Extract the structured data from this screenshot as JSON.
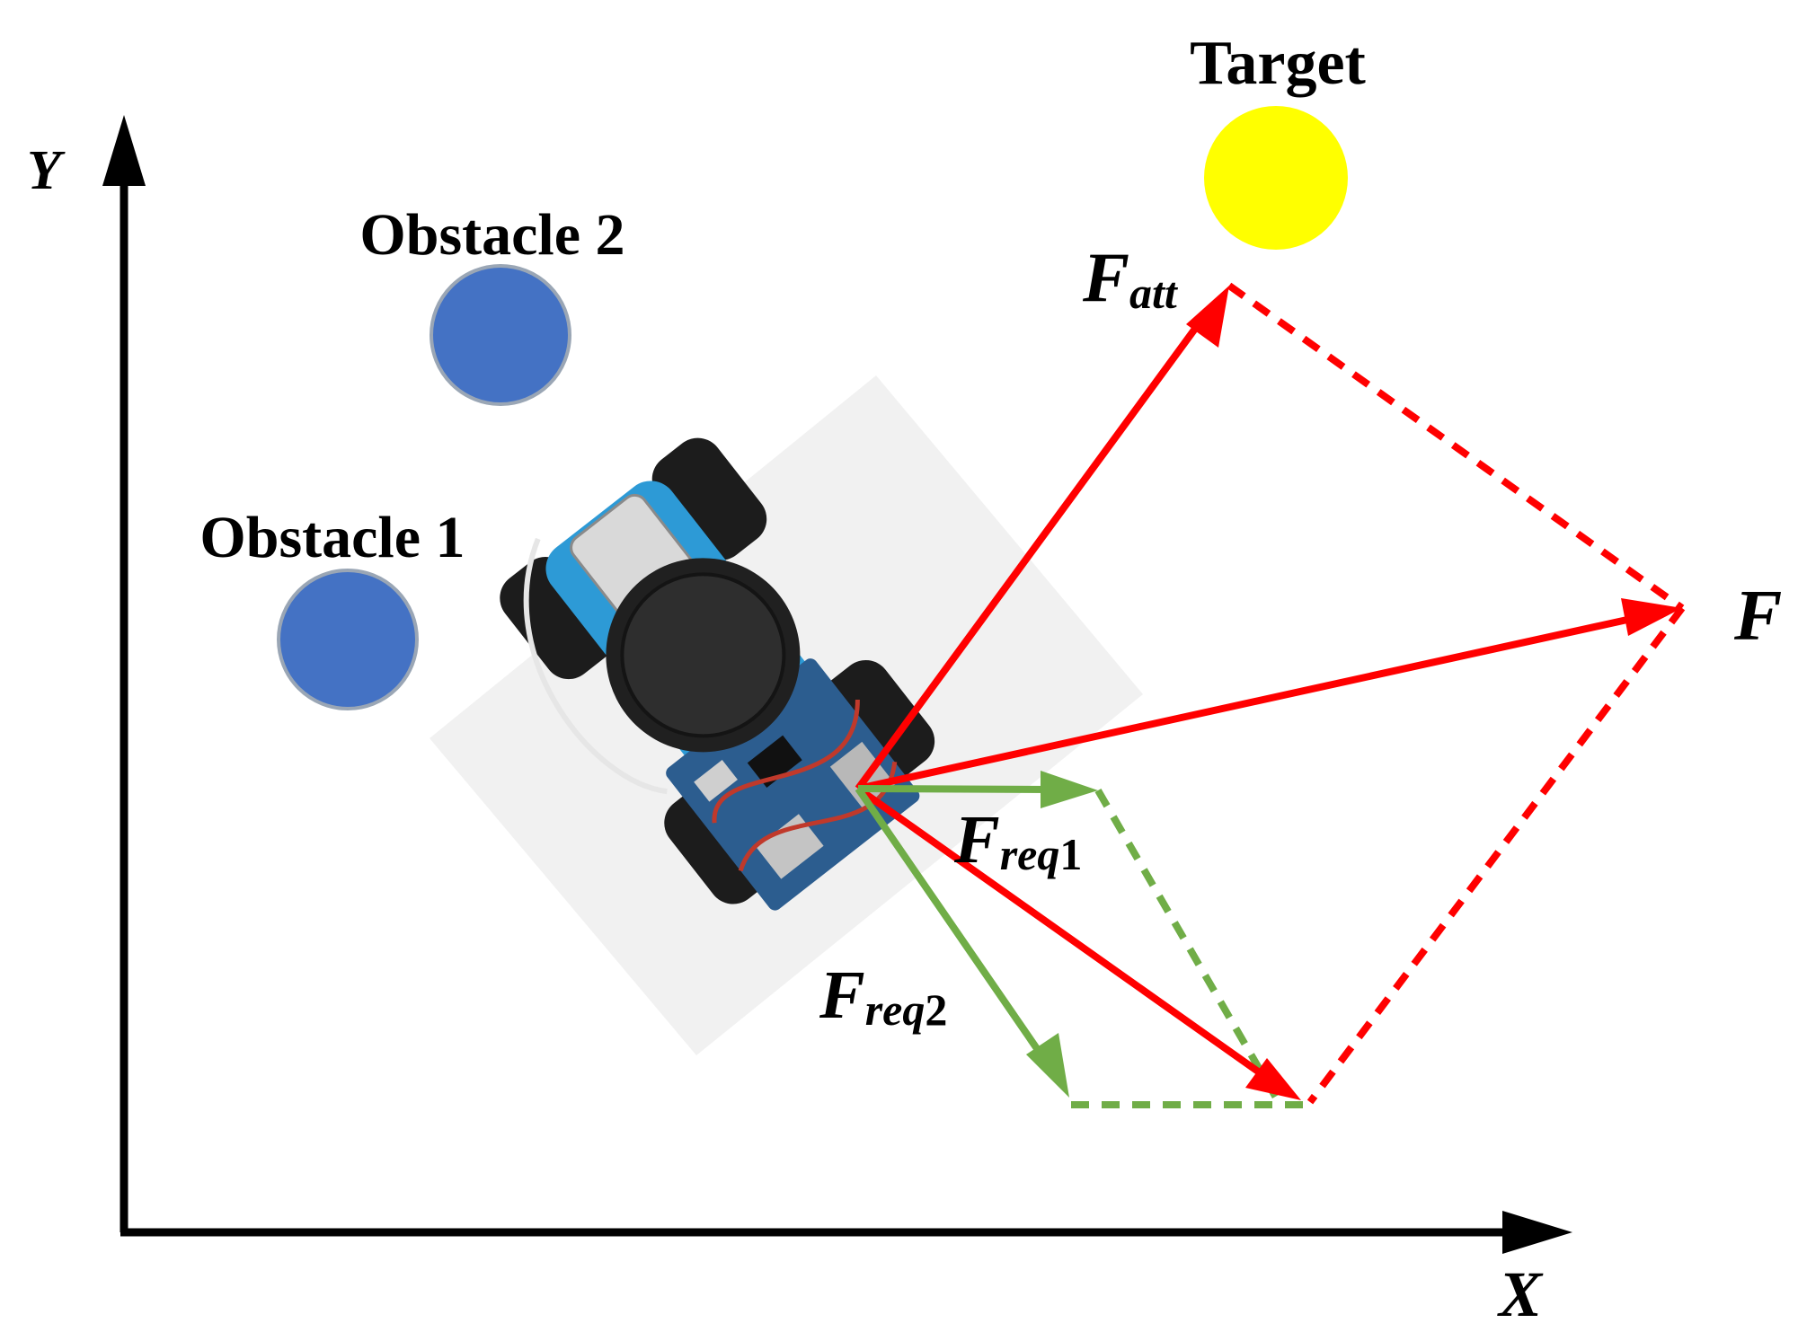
{
  "axes": {
    "x_label": "X",
    "y_label": "Y"
  },
  "target": {
    "label": "Target",
    "color": "#FFFF00"
  },
  "obstacles": [
    {
      "label": "Obstacle 1",
      "color": "#4472C4"
    },
    {
      "label": "Obstacle 2",
      "color": "#4472C4"
    }
  ],
  "robot": {
    "icon": "robot-car-photo"
  },
  "forces": {
    "attractive": {
      "symbol": "F",
      "subscript": "att",
      "color": "#FF0000"
    },
    "resultant": {
      "symbol": "F",
      "color": "#FF0000"
    },
    "repulsive_1": {
      "symbol": "F",
      "subscript": "req",
      "index": "1",
      "color": "#70AD47"
    },
    "repulsive_2": {
      "symbol": "F",
      "subscript": "req",
      "index": "2",
      "color": "#70AD47"
    },
    "repulsive_sum": {
      "color": "#FF0000"
    }
  }
}
